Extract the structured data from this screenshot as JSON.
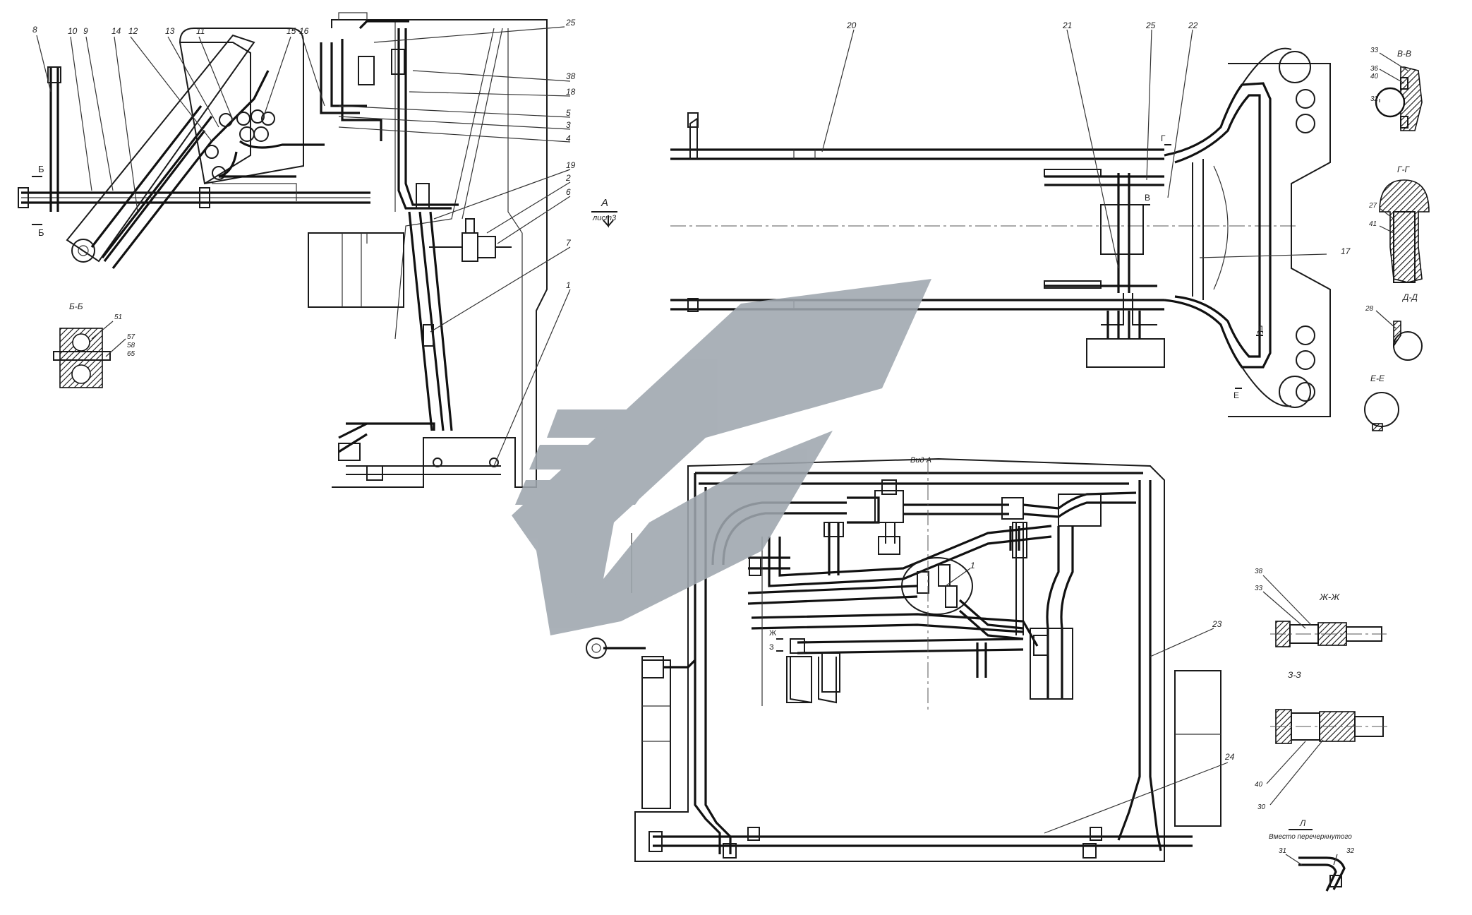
{
  "drawing": {
    "callouts": {
      "top_left": [
        "8",
        "10",
        "9",
        "14",
        "12",
        "13",
        "11",
        "15",
        "16",
        "25",
        "38",
        "18",
        "5",
        "3",
        "4",
        "19",
        "2",
        "6",
        "7",
        "1"
      ],
      "top_right": [
        "20",
        "21",
        "25",
        "22",
        "17"
      ],
      "bottom": [
        "1",
        "23",
        "24"
      ],
      "section_labels": [
        "33",
        "36",
        "40",
        "32",
        "27",
        "41",
        "28"
      ],
      "detail_zh": [
        "38",
        "33"
      ],
      "detail_z": [
        "40",
        "30"
      ],
      "detail_bb": [
        "51",
        "57",
        "58",
        "65"
      ],
      "detail_j": [
        "31",
        "32"
      ]
    },
    "view_labels": {
      "view_a": "А",
      "view_a_sheet": "лист3",
      "section_bb": "Б-Б",
      "section_vv": "В-В",
      "section_gg": "Г-Г",
      "section_dd": "Д-Д",
      "section_ee": "Е-Е",
      "section_zhzh": "Ж-Ж",
      "section_zz": "З-З",
      "detail_j": "Л",
      "detail_j_note": "Вместо перечеркнутого",
      "cut_b": "Б",
      "cut_v": "В",
      "cut_g": "Г",
      "cut_d": "Д",
      "cut_e": "Е",
      "cut_zh": "Ж",
      "cut_z": "З",
      "view_top": "Вид А"
    }
  },
  "watermark": {
    "color": "#9ea6ae",
    "name": "logo-mark"
  }
}
